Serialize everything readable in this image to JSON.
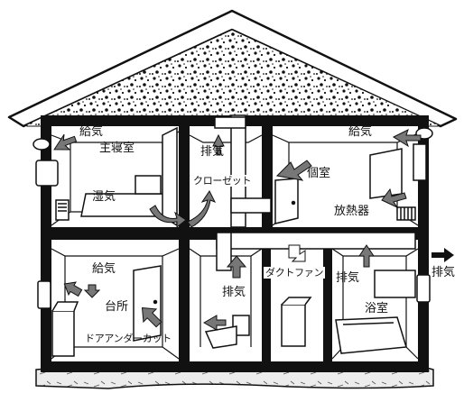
{
  "labels": {
    "master_supply": "給気",
    "master_bedroom": "主寝室",
    "humidity": "湿気",
    "closet_exhaust": "排気",
    "closet": "クローゼット",
    "private_supply": "給気",
    "private_room": "個室",
    "radiator": "放熱器",
    "kitchen_supply": "給気",
    "kitchen": "台所",
    "door_undercut": "ドアアンダーカット",
    "wc_exhaust": "排気",
    "duct_fan": "ダクトファン",
    "bath_exhaust": "排気",
    "bathroom": "浴室",
    "outside_exhaust": "排気"
  },
  "colors": {
    "line": "#111111",
    "wall": "#111111",
    "arrow_fill": "#777777",
    "duct": "#ffffff",
    "ground": "#e8e8e8"
  },
  "icons": {
    "roof_insulation": "speckle-pattern",
    "airflow": "arrow-icon"
  }
}
